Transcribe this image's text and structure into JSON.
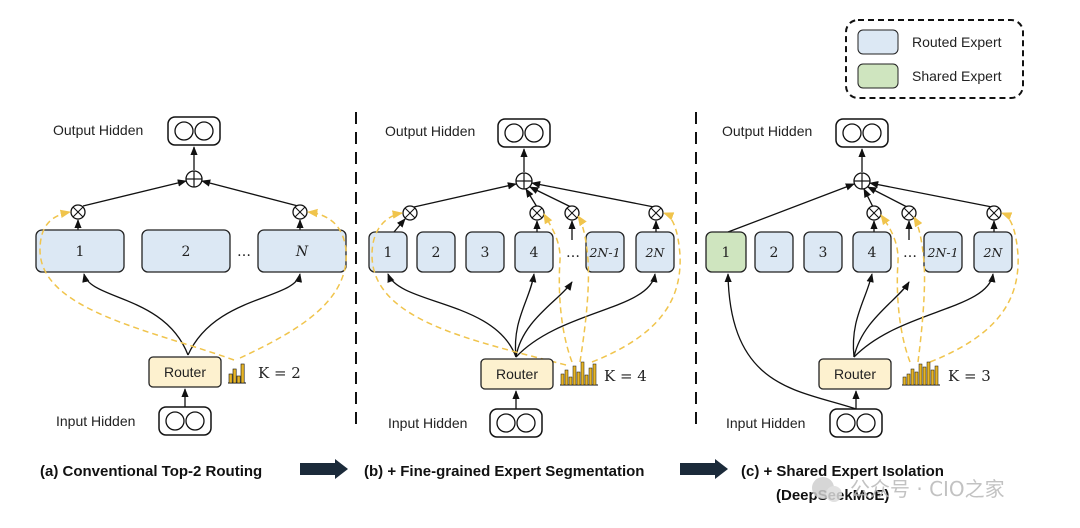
{
  "legend": {
    "routed_label": "Routed Expert",
    "shared_label": "Shared Expert"
  },
  "colors": {
    "routed_fill": "#dce8f4",
    "shared_fill": "#cfe5bf",
    "router_fill": "#fdf1cf",
    "gate_line": "#f0c44c",
    "bar_fill": "#e7b526",
    "arrow_dark": "#1b2a3a"
  },
  "panel_a": {
    "output_label": "Output Hidden",
    "input_label": "Input Hidden",
    "router_label": "Router",
    "k_label": "K = 2",
    "experts": [
      "1",
      "2",
      "…",
      "N"
    ],
    "caption": "(a) Conventional Top-2 Routing"
  },
  "panel_b": {
    "output_label": "Output Hidden",
    "input_label": "Input Hidden",
    "router_label": "Router",
    "k_label": "K = 4",
    "experts": [
      "1",
      "2",
      "3",
      "4",
      "…",
      "2N-1",
      "2N"
    ],
    "caption": "(b) + Fine-grained Expert Segmentation"
  },
  "panel_c": {
    "output_label": "Output Hidden",
    "input_label": "Input Hidden",
    "router_label": "Router",
    "k_label": "K = 3",
    "experts": [
      "1",
      "2",
      "3",
      "4",
      "…",
      "2N-1",
      "2N"
    ],
    "caption_line1": "(c) + Shared Expert Isolation",
    "caption_line2": "(DeepSeekMoE)"
  },
  "watermark": "公众号 · CIO之家"
}
